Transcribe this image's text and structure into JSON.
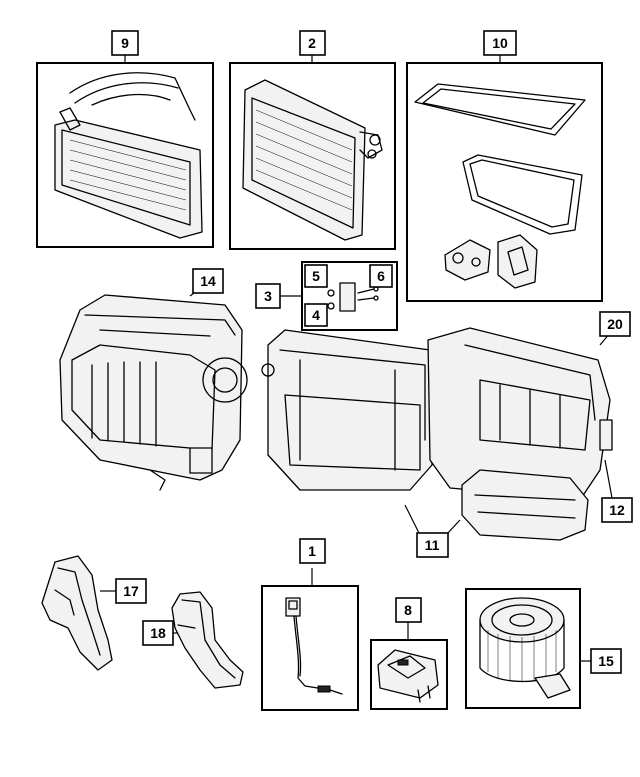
{
  "callouts": {
    "c9": "9",
    "c2": "2",
    "c10": "10",
    "c14": "14",
    "c3": "3",
    "c5": "5",
    "c6": "6",
    "c4": "4",
    "c20": "20",
    "c12": "12",
    "c11": "11",
    "c1": "1",
    "c17": "17",
    "c18": "18",
    "c8": "8",
    "c15": "15"
  }
}
